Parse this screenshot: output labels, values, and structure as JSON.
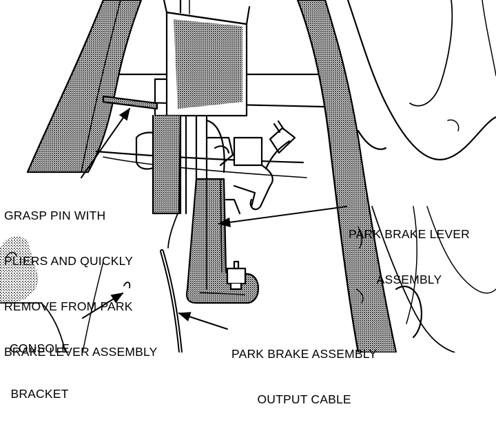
{
  "callouts": {
    "grasp_pin": {
      "lines": [
        "GRASP PIN WITH",
        "PLIERS AND QUICKLY",
        "REMOVE FROM PARK",
        "BRAKE LEVER ASSEMBLY"
      ]
    },
    "park_brake_lever": {
      "lines": [
        "PARK BRAKE LEVER",
        "ASSEMBLY"
      ]
    },
    "console_bracket": {
      "lines": [
        "CONSOLE",
        "BRACKET"
      ]
    },
    "output_cable": {
      "lines": [
        "PARK BRAKE ASSEMBLY",
        "OUTPUT CABLE"
      ]
    }
  },
  "colors": {
    "line": "#000000",
    "background": "#ffffff",
    "stipple": "#000000"
  }
}
